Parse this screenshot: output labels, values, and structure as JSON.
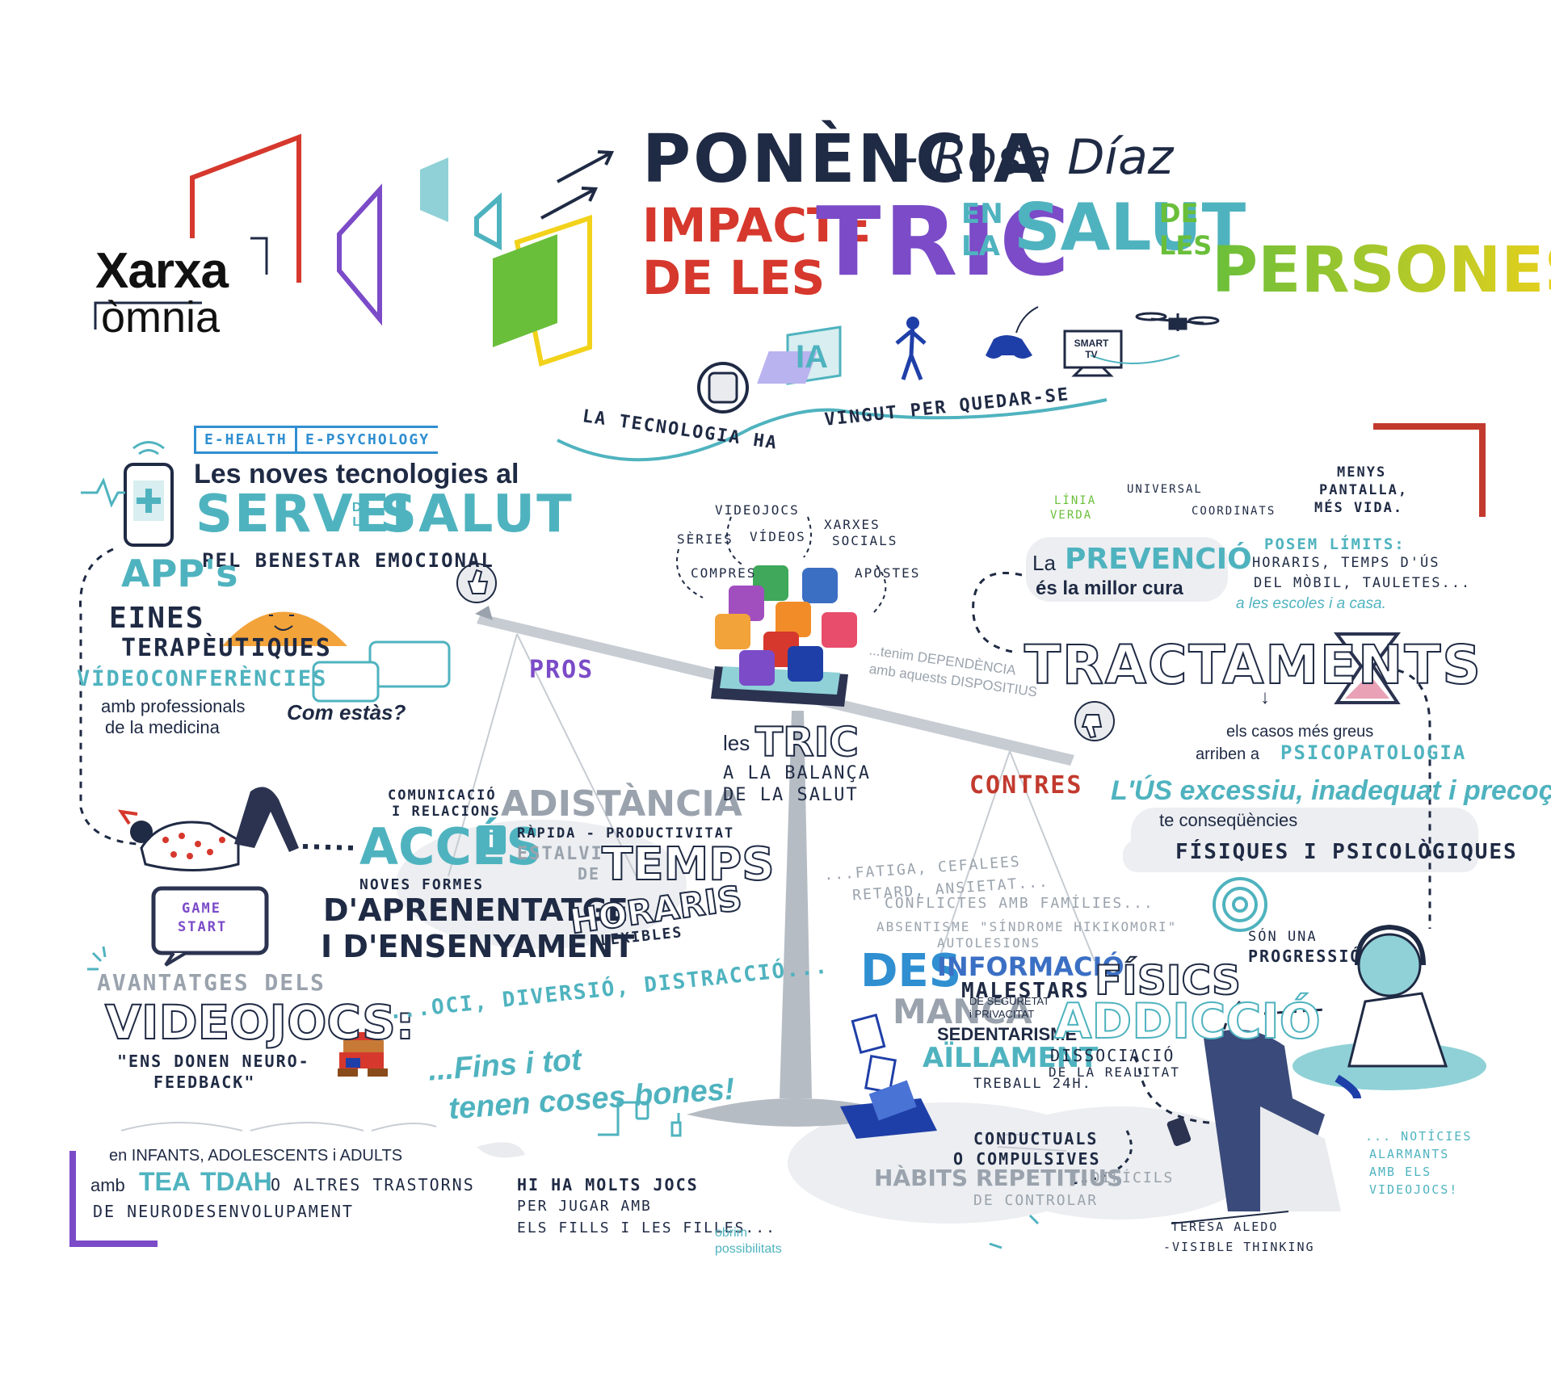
{
  "logo": {
    "line1": "Xarxa",
    "line2": "òmnia"
  },
  "header": {
    "ponencia": "PONÈNCIA",
    "speaker": "- Rosa Díaz",
    "title_impacte": "IMPACTE",
    "title_de_les": "DE LES",
    "title_tric": "TRIC",
    "title_en": "EN",
    "title_la": "LA",
    "title_salut": "SALUT",
    "title_de": "DE",
    "title_les": "LES",
    "title_persones": "PERSONES"
  },
  "tech_icons": {
    "ia": "IA",
    "smart_tv": "SMART TV"
  },
  "tagline": {
    "part1": "LA TECNOLOGIA HA",
    "part2": "VINGUT PER QUEDAR-SE"
  },
  "left": {
    "tag1": "E-HEALTH",
    "tag2": "E-PSYCHOLOGY",
    "intro": "Les noves tecnologies al",
    "servei": "SERVEI",
    "de_la": "DE LA",
    "salut": "SALUT",
    "benestar": "PEL BENESTAR EMOCIONAL",
    "apps": "APP's",
    "eines": "EINES",
    "terapeutiques": "TERAPÈUTIQUES",
    "videoconf": "VÍDEOCONFERÈNCIES",
    "amb_prof": "amb professionals",
    "de_medicina": "de la medicina",
    "com_estas": "Com estàs?",
    "comunicacio": "COMUNICACIÓ",
    "relacions": "I RELACIONS",
    "adistancia": "ADISTÀNCIA",
    "acces": "ACCÉS",
    "rapida": "RÀPIDA - PRODUCTIVITAT",
    "estalvi": "ESTALVI",
    "de": "DE",
    "temps": "TEMPS",
    "noves_formes": "NOVES FORMES",
    "aprenentatge": "D'APRENENTATGE",
    "ensenyament": "I D'ENSENYAMENT",
    "horaris": "HORARIS",
    "flexibles": "FLEXIBLES",
    "game": "GAME",
    "start": "START",
    "avantatges": "AVANTATGES DELS",
    "videojocs": "VIDEOJOCS:",
    "neuro1": "\"ENS DONEN NEURO-",
    "neuro2": "FEEDBACK\"",
    "oci": "...OCI, DIVERSIÓ, DISTRACCIÓ...",
    "fins": "...Fins i tot",
    "coses": "tenen coses bones!",
    "infants1": "en INFANTS, ADOLESCENTS i ADULTS",
    "infants2a": "amb",
    "tea": "TEA",
    "tdah": "TDAH",
    "infants2b": "O ALTRES TRASTORNS",
    "infants3": "DE NEURODESENVOLUPAMENT",
    "jocs1": "HI HA MOLTS JOCS",
    "jocs2": "PER JUGAR AMB",
    "jocs3": "ELS FILLS I LES FILLES...",
    "obrim": "obrim",
    "possibilitats": "possibilitats"
  },
  "center": {
    "videojocs": "VIDEOJOCS",
    "series": "SÈRIES",
    "videos": "VÍDEOS",
    "xarxes": "XARXES",
    "socials": "SOCIALS",
    "compres": "COMPRES",
    "apostes": "APOSTES",
    "pros": "PROS",
    "contres": "CONTRES",
    "dependencia1": "...tenim DEPENDÈNCIA",
    "dependencia2": "amb aquests DISPOSITIUS",
    "les": "les",
    "tric": "TRIC",
    "balanca": "a la BALANÇA",
    "de_la_salut": "de la SALUT"
  },
  "right": {
    "linia": "LÍNIA",
    "verda": "VERDA",
    "universal": "UNIVERSAL",
    "coordinats": "COORDINATS",
    "la": "La",
    "prevencio": "PREVENCIÓ",
    "millor": "és la millor cura",
    "menys1": "MENYS",
    "menys2": "PANTALLA,",
    "menys3": "MÉS VIDA.",
    "posem": "POSEM LÍMITS:",
    "horaris": "HORARIS, TEMPS D'ÚS",
    "mobil": "DEL MÒBIL, TAULETES...",
    "escoles": "a les escoles i a casa.",
    "tractaments": "TRACTAMENTS",
    "casos": "els casos més greus",
    "arriben": "arriben a",
    "psico": "PSICOPATOLOGIA",
    "us": "L'ÚS excessiu, inadequat i precoç",
    "te": "te conseqüències",
    "fisiques": "FÍSIQUES i PSICOLÒGIQUES",
    "fatiga": "...FATIGA, CEFALEES",
    "retard": "RETARD, ANSIETAT...",
    "conflictes": "CONFLICTES AMB FAMÍLIES...",
    "absentisme": "ABSENTISME \"SÍNDROME HIKIKOMORI\"",
    "autolesions": "AUTOLESIONS",
    "des": "DES",
    "informacio": "INFORMACIÓ",
    "malestars": "MALESTARS",
    "fisics": "FÍSICS",
    "manca": "MANCA",
    "seguretat1": "DE SEGURETAT",
    "seguretat2": "i PRIVACITAT",
    "sedentarisme": "SEDENTARISME",
    "addiccio": "ADDICCIÓ",
    "aillament": "AÏLLAMENT",
    "dissociacio": "DISSOCIACIÓ",
    "realitat": "DE LA REALITAT",
    "treball": "TREBALL 24H.",
    "son": "SÓN UNA",
    "progressio": "PROGRESSIÓ",
    "conductuals": "CONDUCTUALS",
    "compulsives": "O COMPULSIVES",
    "habits": "HÀBITS REPETITIUS",
    "dificils": "i DIFÍCILS",
    "controlar": "DE CONTROLAR",
    "noticies1": "... NOTÍCIES",
    "noticies2": "ALARMANTS",
    "noticies3": "AMB ELS",
    "noticies4": "VIDEOJOCS!",
    "author1": "TERESA ALEDO",
    "author2": "-VISIBLE THINKING"
  },
  "colors": {
    "navy": "#1f2a44",
    "teal": "#4fb3bf",
    "red": "#d6382d",
    "purple": "#7b4bc8",
    "green": "#6abf3a",
    "yellow": "#f2d21a"
  }
}
